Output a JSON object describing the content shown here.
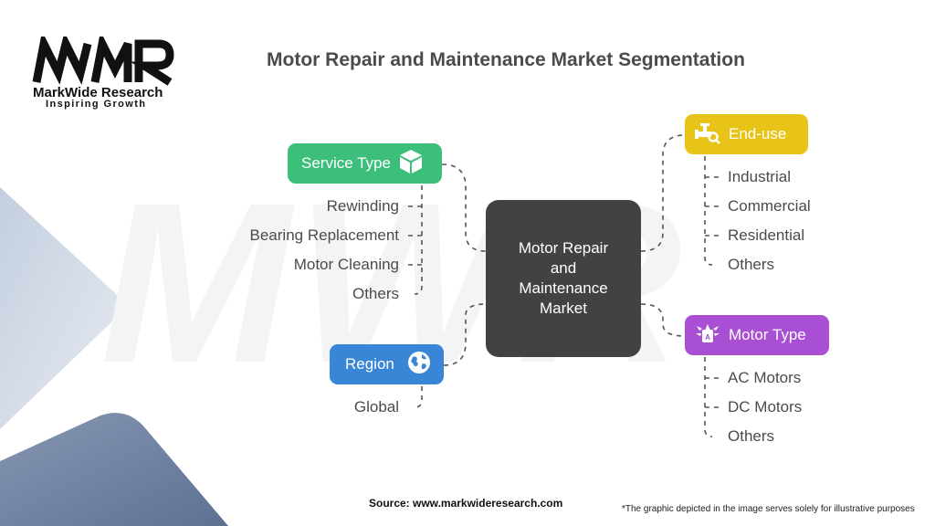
{
  "logo": {
    "mark": "MWR",
    "name": "MarkWide Research",
    "tagline": "Inspiring Growth"
  },
  "title": "Motor Repair and Maintenance Market Segmentation",
  "center": {
    "label": "Motor Repair and Maintenance Market"
  },
  "segments": {
    "service_type": {
      "label": "Service Type",
      "icon": "cube-icon",
      "color": "#3bbf7a",
      "items": [
        "Rewinding",
        "Bearing Replacement",
        "Motor Cleaning",
        "Others"
      ]
    },
    "region": {
      "label": "Region",
      "icon": "globe-icon",
      "color": "#3a86d6",
      "items": [
        "Global"
      ]
    },
    "end_use": {
      "label": "End-use",
      "icon": "valve-search-icon",
      "color": "#e9c418",
      "items": [
        "Industrial",
        "Commercial",
        "Residential",
        "Others"
      ]
    },
    "motor_type": {
      "label": "Motor Type",
      "icon": "motor-icon",
      "color": "#a94fd4",
      "items": [
        "AC Motors",
        "DC Motors",
        "Others"
      ]
    }
  },
  "footer": {
    "source": "Source: www.markwideresearch.com",
    "note": "*The graphic depicted in the image serves solely for illustrative purposes"
  }
}
